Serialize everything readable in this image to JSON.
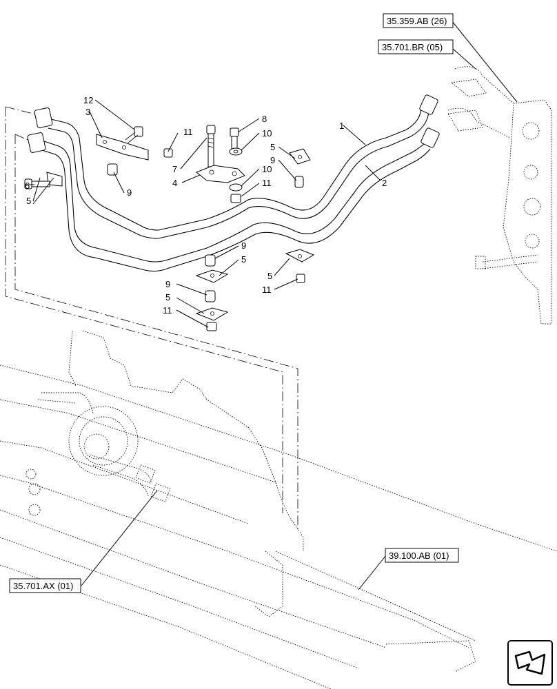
{
  "references": {
    "top_1": "35.359.AB (26)",
    "top_2": "35.701.BR (05)",
    "bottom_left": "35.701.AX (01)",
    "bottom_right": "39.100.AB (01)"
  },
  "callouts": {
    "c12": "12",
    "c3": "3",
    "c11a": "11",
    "c6": "6",
    "c5a": "5",
    "c9a": "9",
    "c7": "7",
    "c4": "4",
    "c8": "8",
    "c10a": "10",
    "c10b": "10",
    "c11b": "11",
    "c5b": "5",
    "c9b": "9",
    "c1": "1",
    "c2": "2",
    "c9c": "9",
    "c5c": "5",
    "c9d": "9",
    "c5d": "5",
    "c11c": "11",
    "c5e": "5",
    "c11d": "11"
  },
  "nav_icon": "next-page-arrow-icon"
}
